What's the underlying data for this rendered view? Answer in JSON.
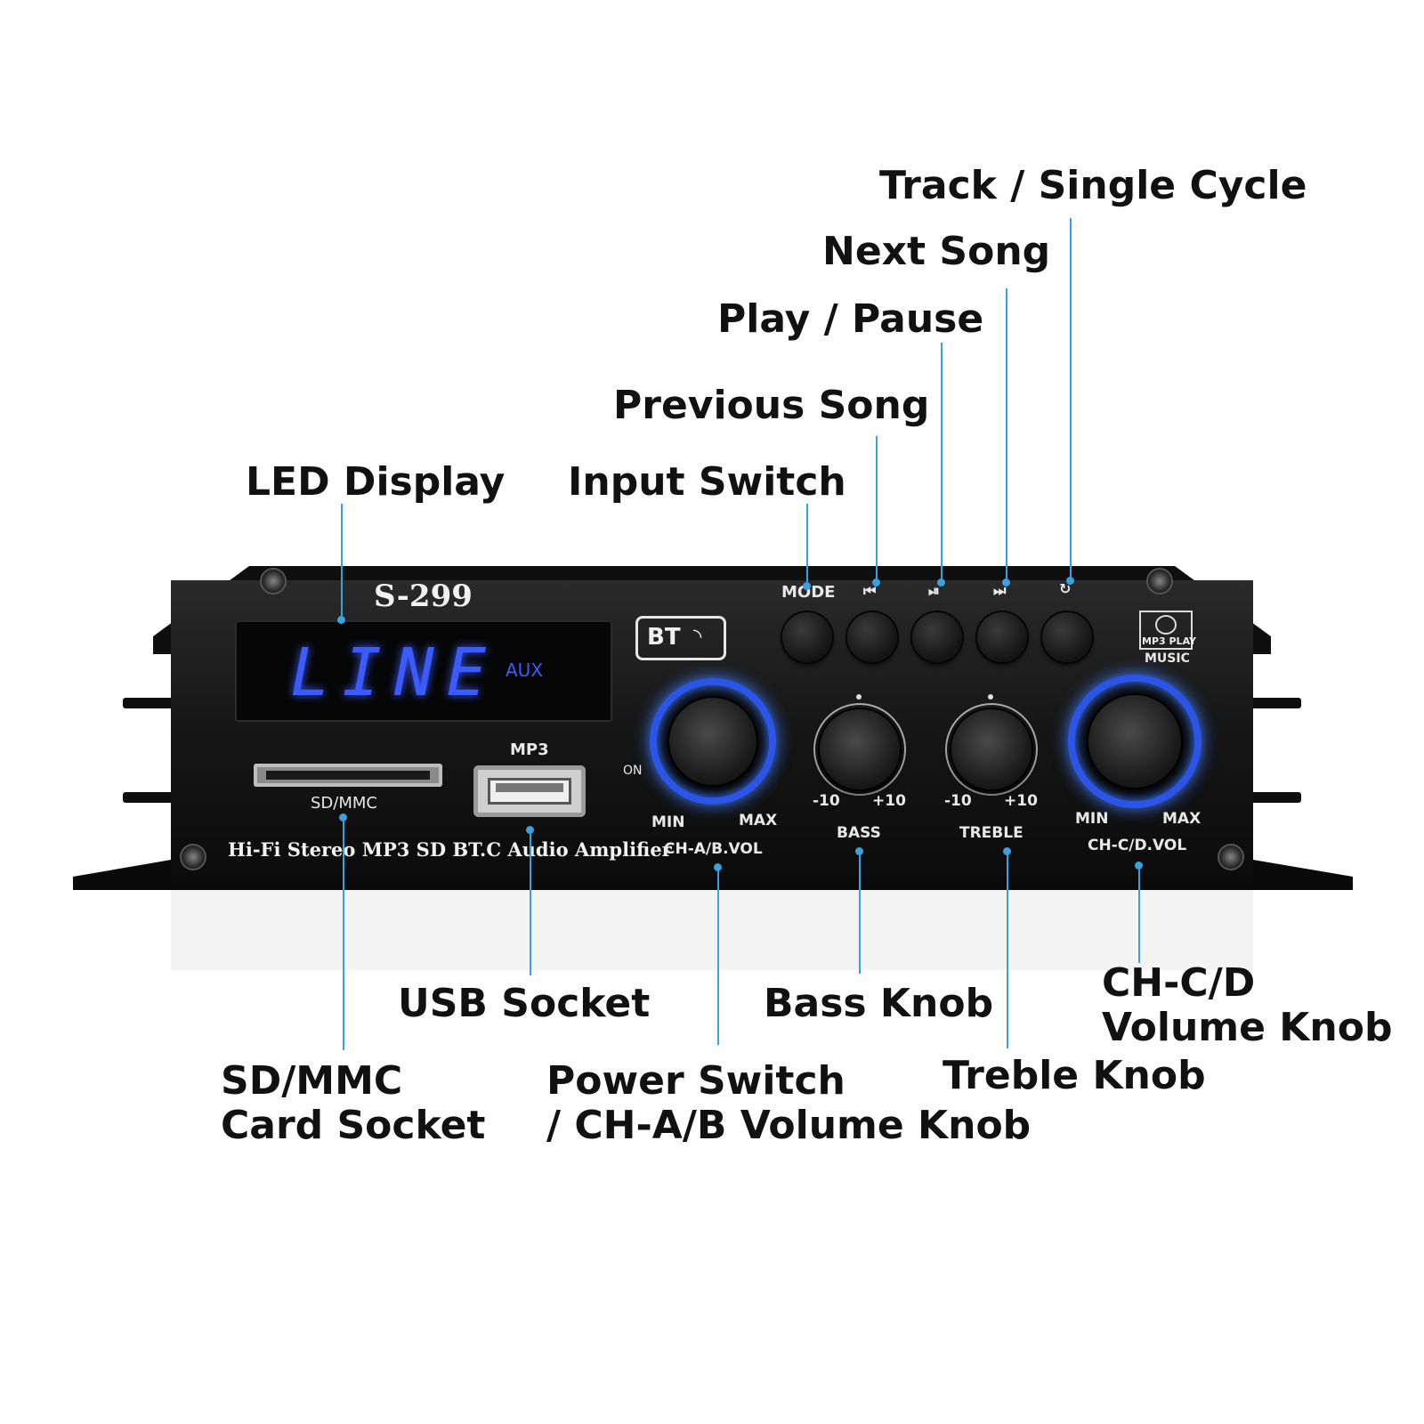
{
  "callouts": {
    "track_single_cycle": "Track / Single Cycle",
    "next_song": "Next Song",
    "play_pause": "Play / Pause",
    "previous_song": "Previous Song",
    "led_display": "LED Display",
    "input_switch": "Input Switch",
    "usb_socket": "USB Socket",
    "bass_knob": "Bass Knob",
    "chcd_line1": "CH-C/D",
    "chcd_line2": "Volume Knob",
    "sd_line1": "SD/MMC",
    "sd_line2": "Card Socket",
    "power_line1": "Power Switch",
    "power_line2": "/ CH-A/B Volume Knob",
    "treble_knob": "Treble Knob"
  },
  "device": {
    "model": "S-299",
    "display_text": "LINE",
    "display_aux": "AUX",
    "bt_badge": "BT",
    "mode_label": "MODE",
    "mp3_label": "MP3",
    "sd_label": "SD/MMC",
    "tagline": "Hi-Fi Stereo MP3 SD BT.C Audio Amplifier",
    "logo_line1": "MP3 PLAY",
    "logo_line2": "MUSIC",
    "on_label": "ON",
    "vol_ab": {
      "min": "MIN",
      "max": "MAX",
      "name": "CH-A/B.VOL"
    },
    "bass": {
      "min": "-10",
      "max": "+10",
      "name": "BASS"
    },
    "treble": {
      "min": "-10",
      "max": "+10",
      "name": "TREBLE"
    },
    "vol_cd": {
      "min": "MIN",
      "max": "MAX",
      "name": "CH-C/D.VOL"
    }
  },
  "colors": {
    "accent_line": "#3aa0e0",
    "led_blue": "#3b5bff",
    "panel": "#151515"
  }
}
